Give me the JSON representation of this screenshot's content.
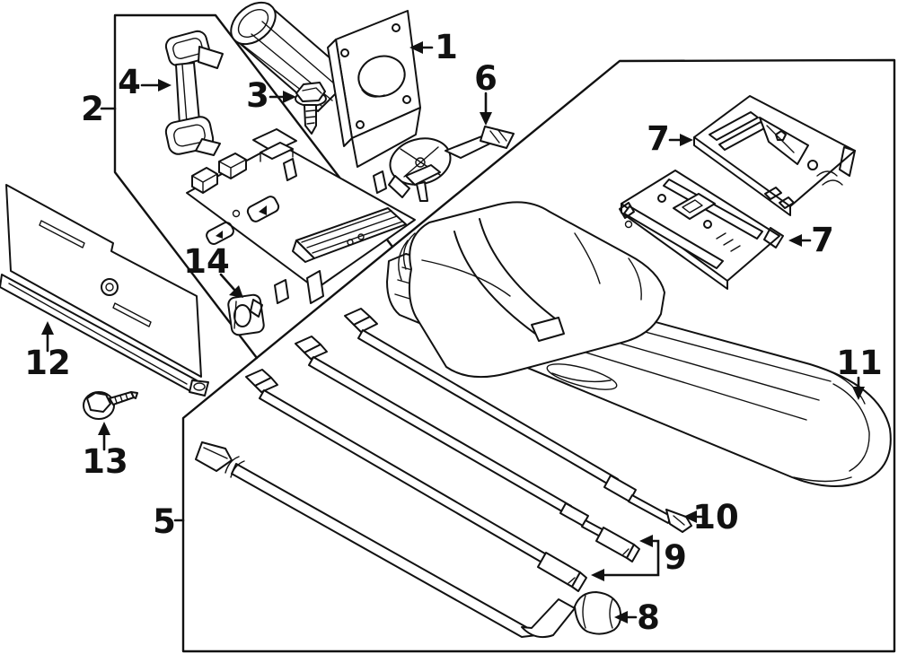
{
  "diagram": {
    "background_color": "#ffffff",
    "line_color": "#111111",
    "callouts": [
      {
        "key": "c1",
        "label": "1"
      },
      {
        "key": "c2",
        "label": "2"
      },
      {
        "key": "c3",
        "label": "3"
      },
      {
        "key": "c4",
        "label": "4"
      },
      {
        "key": "c5",
        "label": "5"
      },
      {
        "key": "c6",
        "label": "6"
      },
      {
        "key": "c7a",
        "label": "7"
      },
      {
        "key": "c7b",
        "label": "7"
      },
      {
        "key": "c8",
        "label": "8"
      },
      {
        "key": "c9",
        "label": "9"
      },
      {
        "key": "c10",
        "label": "10"
      },
      {
        "key": "c11",
        "label": "11"
      },
      {
        "key": "c12",
        "label": "12"
      },
      {
        "key": "c13",
        "label": "13"
      },
      {
        "key": "c14",
        "label": "14"
      }
    ]
  }
}
